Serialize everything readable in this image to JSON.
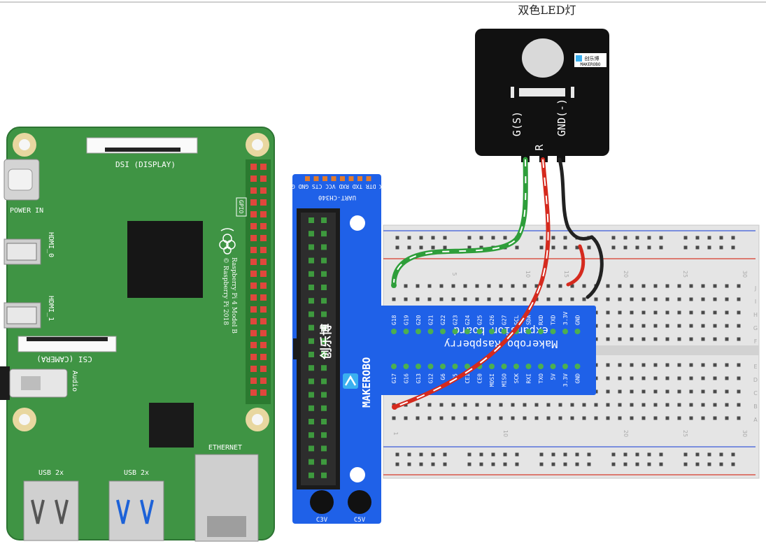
{
  "led_module": {
    "title": "双色LED灯",
    "brand_cn": "创乐博",
    "brand_en": "MAKEROBO",
    "pins": [
      "G(S)",
      "R",
      "GND(-)"
    ]
  },
  "pi": {
    "dsi_label": "DSI (DISPLAY)",
    "power_label": "POWER IN",
    "hdmi0_label": "HDMI_0",
    "hdmi1_label": "HDMI_1",
    "csi_label": "CSI (CAMERA)",
    "audio_label": "Audio",
    "ethernet_label": "ETHERNET",
    "usb_left_label": "USB 2x",
    "usb_right_label": "USB 2x",
    "gpio_label": "GPIO",
    "model_line1": "Raspberry Pi 4 Model B",
    "model_line2": "© Raspberry Pi 2018"
  },
  "expansion": {
    "uart_label": "UART-CH340",
    "uart_pins": "BLK DTR TXD RXD VCC CTS GND GRN",
    "brand_cn": "创乐博",
    "brand_en": "MAKEROBO",
    "board_line1": "Makerobo Raspberry",
    "board_line2": "expansion board",
    "top_pins": [
      "G18",
      "G19",
      "G20",
      "G21",
      "G22",
      "G23",
      "G24",
      "G25",
      "G26",
      "G27",
      "SCL",
      "SDA",
      "RXD",
      "TXD",
      "3.3V",
      "GND"
    ],
    "bottom_pins": [
      "G17",
      "G16",
      "G13",
      "G12",
      "G6",
      "G5",
      "CE1",
      "CE0",
      "MOSI",
      "MISO",
      "SCK",
      "RXI",
      "TXO",
      "5V",
      "3.3V",
      "GND"
    ],
    "c3v_label": "C3V",
    "c5v_label": "C5V"
  },
  "breadboard": {
    "row_letters_top": [
      "J",
      "I",
      "H",
      "G",
      "F"
    ],
    "row_letters_bottom": [
      "E",
      "D",
      "C",
      "B",
      "A"
    ],
    "col_numbers": [
      "1",
      "5",
      "10",
      "15",
      "20",
      "25",
      "30"
    ]
  },
  "colors": {
    "pi_board": "#3f9444",
    "expansion_board": "#1f61e8",
    "led_module": "#111111",
    "wire_green": "#2e9e3a",
    "wire_red": "#d52a1e",
    "wire_black": "#222222",
    "header_pin": "#e0473c"
  }
}
